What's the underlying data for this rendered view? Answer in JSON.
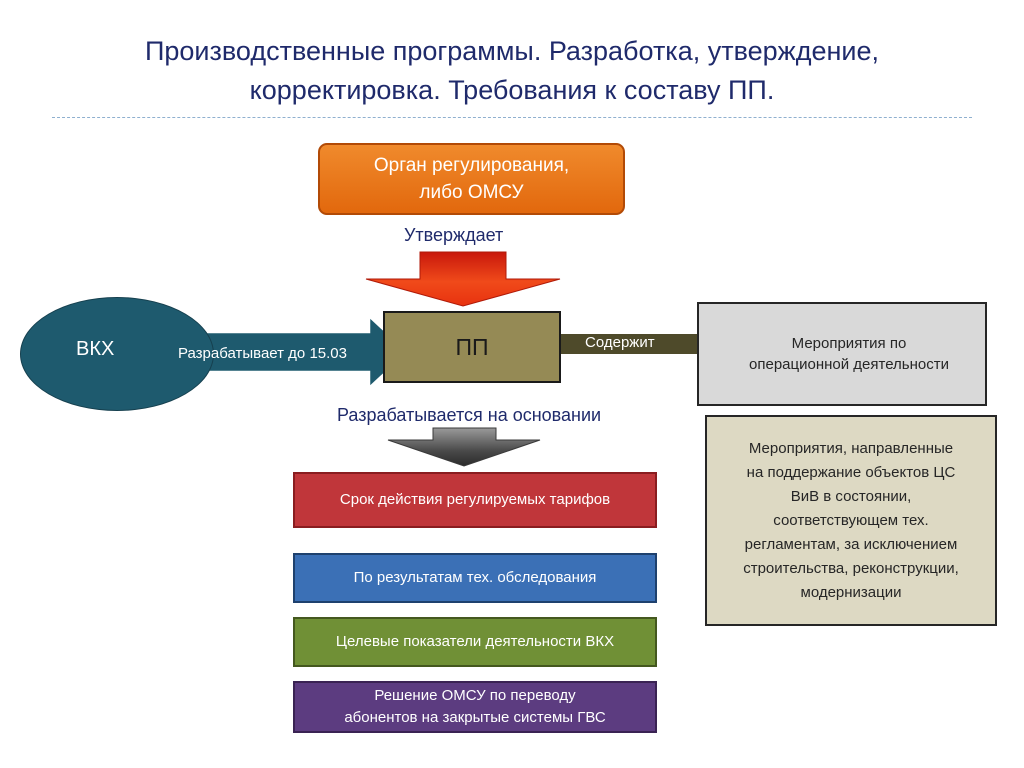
{
  "title": {
    "line1": "Производственные программы. Разработка, утверждение,",
    "line2": "корректировка. Требования к составу ПП."
  },
  "regulator": {
    "line1": "Орган регулирования,",
    "line2": "либо ОМСУ"
  },
  "approves_label": "Утверждает",
  "vkh_label": "ВКХ",
  "develops_label": "Разрабатывает до 15.03",
  "pp_label": "ПП",
  "contains_label": "Содержит",
  "operational_activities": {
    "line1": "Мероприятия по",
    "line2": "операционной деятельности"
  },
  "maintenance_activities": {
    "lines": [
      "Мероприятия, направленные",
      "на поддержание объектов ЦС",
      "ВиВ в состоянии,",
      "соответствующем тех.",
      "регламентам, за исключением",
      "строительства, реконструкции,",
      "модернизации"
    ]
  },
  "based_on_label": "Разрабатывается на основании",
  "basis_items": [
    {
      "lines": [
        "Срок действия регулируемых тарифов"
      ],
      "color": "#c0363a"
    },
    {
      "lines": [
        "По результатам тех. обследования"
      ],
      "color": "#3b70b6"
    },
    {
      "lines": [
        "Целевые показатели деятельности ВКХ"
      ],
      "color": "#709036"
    },
    {
      "lines": [
        "Решение  ОМСУ по  переводу",
        "абонентов на закрытые системы ГВС"
      ],
      "color": "#5c3c80"
    }
  ]
}
